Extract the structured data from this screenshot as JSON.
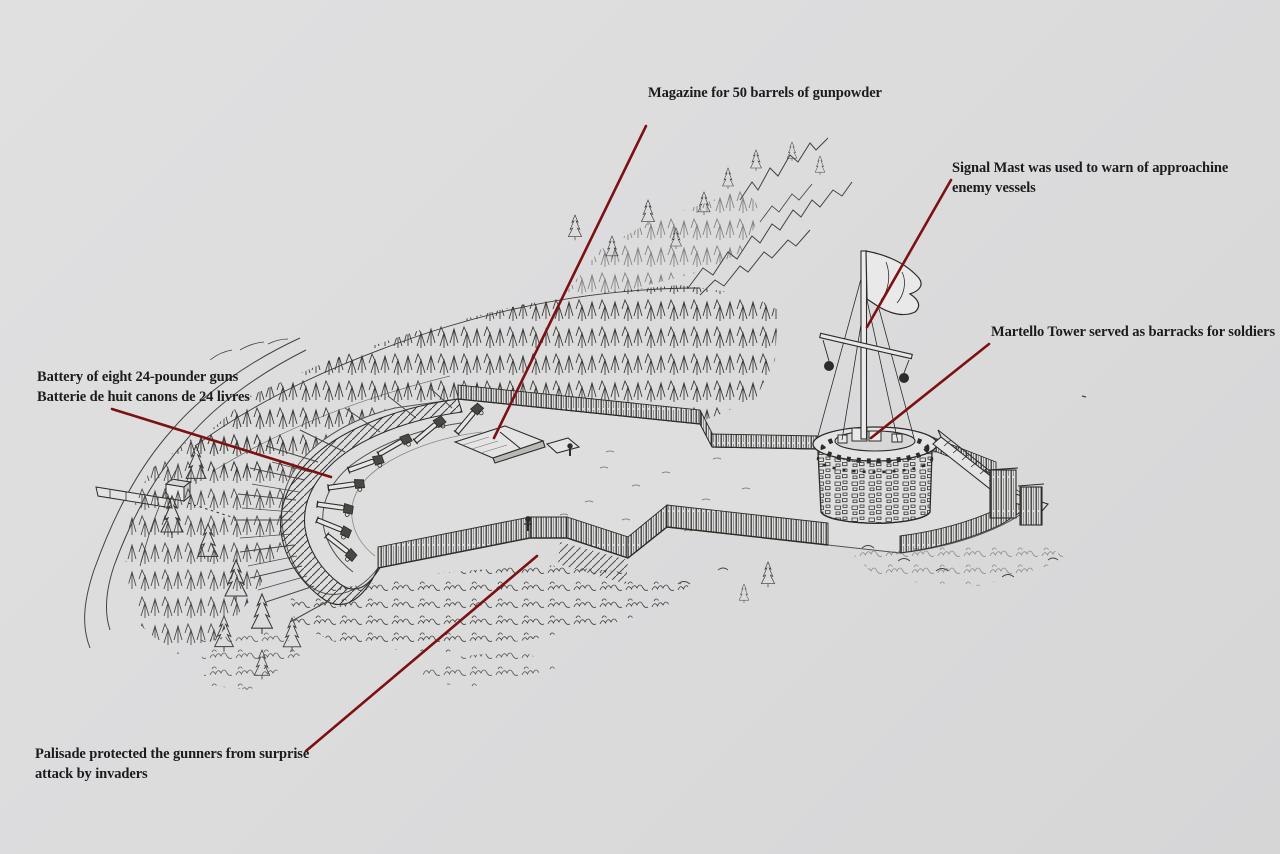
{
  "figure": {
    "type": "annotated ink illustration",
    "subject": "Coastal fort with curved gun battery, palisade and Martello tower",
    "paper_color": "#dcdcdd",
    "ink_color": "#2e2c2a",
    "callout_line_color": "#7c1114",
    "label_text_color": "#1c1b1d"
  },
  "annotations": [
    {
      "id": "magazine",
      "lines": [
        "Magazine for 50 barrels of gunpowder"
      ]
    },
    {
      "id": "signal-mast",
      "lines": [
        "Signal Mast was used to warn of approachine",
        "enemy vessels"
      ]
    },
    {
      "id": "martello-tower",
      "lines": [
        "Martello Tower served as barracks for soldiers"
      ]
    },
    {
      "id": "battery",
      "lines": [
        "Battery of eight 24-pounder guns",
        "Batterie de huit canons de 24 livres"
      ]
    },
    {
      "id": "palisade",
      "lines": [
        "Palisade protected the gunners from surprise",
        "attack by invaders"
      ]
    }
  ]
}
